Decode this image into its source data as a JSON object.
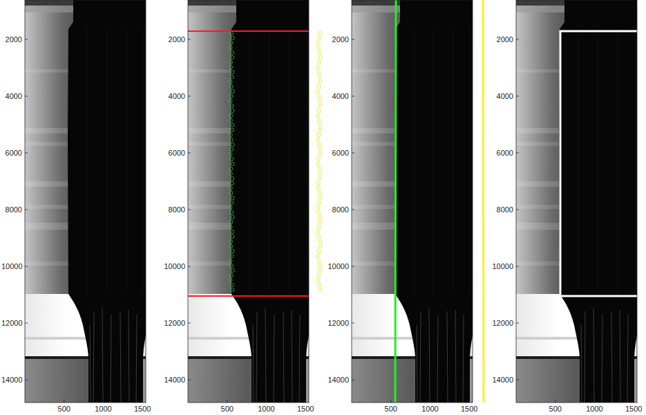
{
  "diagram": {
    "labels": [
      "2000",
      "4000",
      "6000",
      "8000",
      "10000",
      "12000",
      "14000",
      "500",
      "1000",
      "1500",
      "2000",
      "4000",
      "6000",
      "8000",
      "10000",
      "12000",
      "14000",
      "500",
      "1000",
      "1500",
      "2000",
      "4000",
      "6000",
      "8000",
      "10000",
      "12000",
      "14000",
      "500",
      "1000",
      "1500",
      "2000",
      "4000",
      "6000",
      "8000",
      "10000",
      "12000",
      "14000",
      "500",
      "1000",
      "1500"
    ]
  }
}
